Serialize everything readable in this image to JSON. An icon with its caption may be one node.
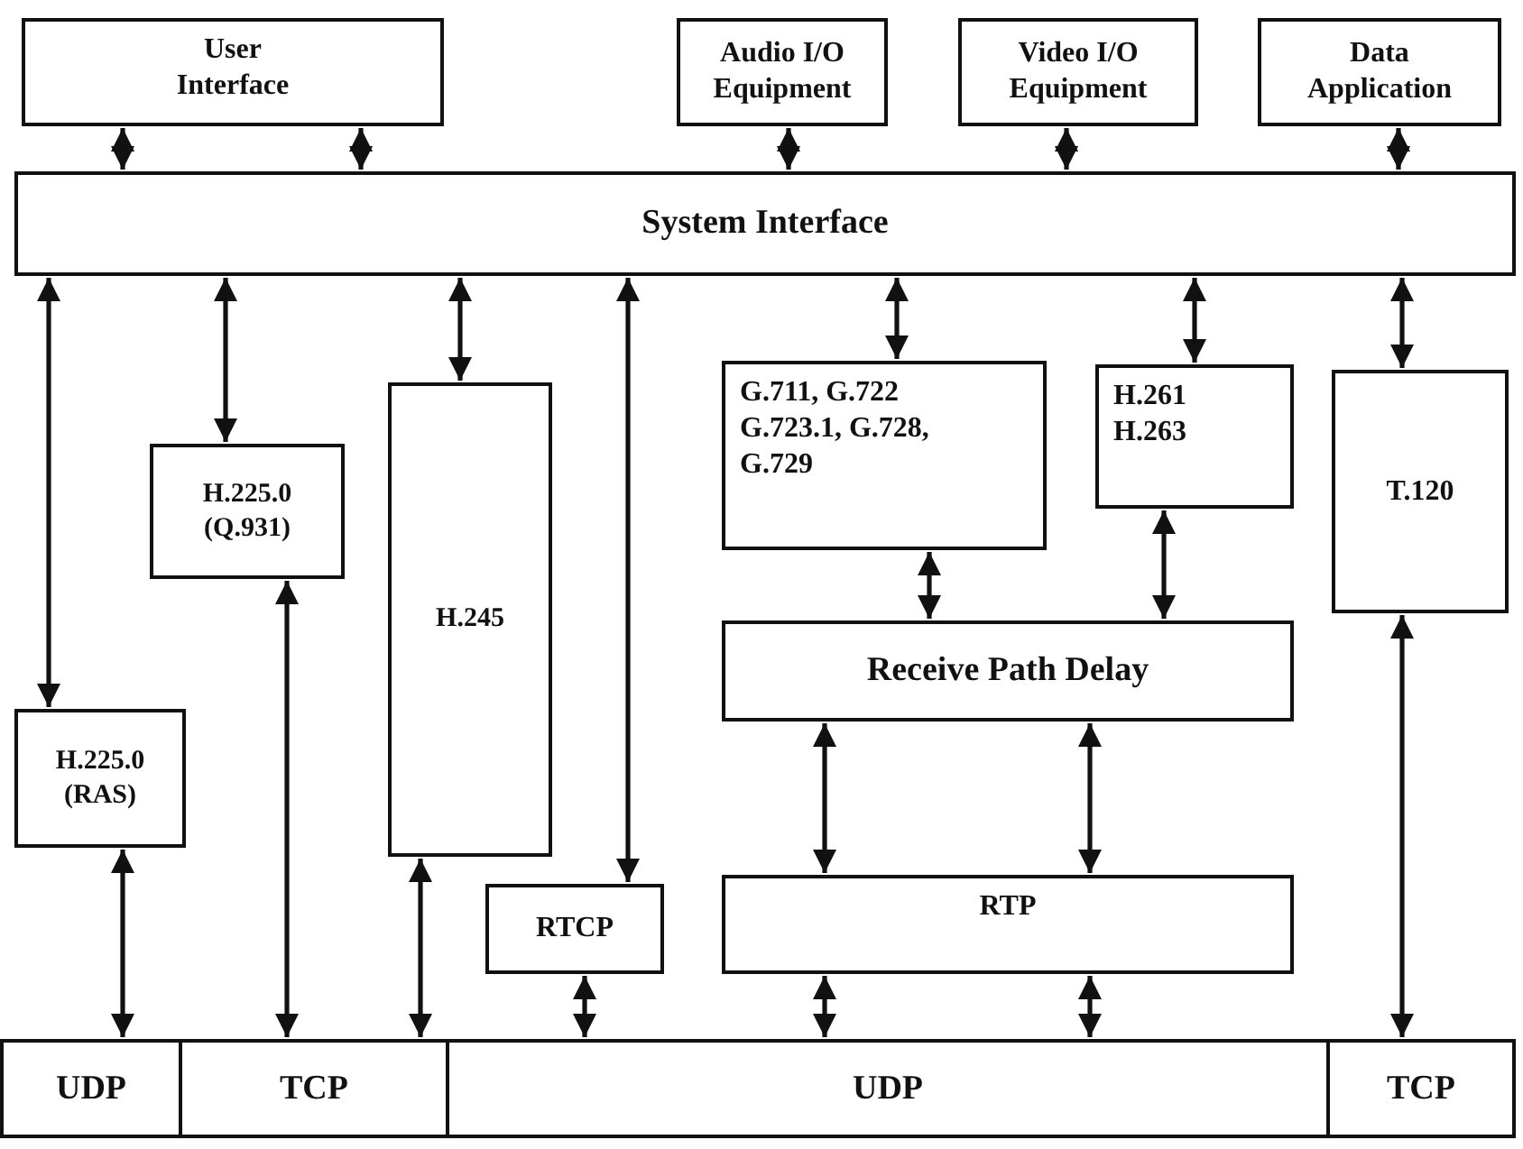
{
  "diagram": {
    "nodes": [
      {
        "text": [
          "User Interface"
        ]
      },
      {
        "text": [
          "Audio I/O Equipment"
        ]
      },
      {
        "text": [
          "Video I/O Equipment"
        ]
      },
      {
        "text": [
          "Data Application"
        ]
      },
      {
        "text": [
          "System Interface"
        ]
      },
      {
        "text": [
          "H.225.0 (Q.931)"
        ]
      },
      {
        "text": [
          "H.245"
        ]
      },
      {
        "text": [
          "G.711, G.722 G.723.1, G.728, G.729"
        ]
      },
      {
        "text": [
          "H.261 H.263"
        ]
      },
      {
        "text": [
          "T.120"
        ]
      },
      {
        "text": [
          "H.225.0 (RAS)"
        ]
      },
      {
        "text": [
          "Receive Path Delay"
        ]
      },
      {
        "text": [
          "RTCP"
        ]
      },
      {
        "text": [
          "RTP"
        ]
      },
      {
        "text": [
          "UDP"
        ]
      },
      {
        "text": [
          "TCP"
        ]
      },
      {
        "text": [
          "UDP"
        ]
      },
      {
        "text": [
          "TCP"
        ]
      }
    ],
    "edges": [
      {
        "from": 0,
        "to": 4,
        "arrow": "both"
      },
      {
        "from": 0,
        "to": 4,
        "arrow": "both"
      },
      {
        "from": 1,
        "to": 4,
        "arrow": "both"
      },
      {
        "from": 2,
        "to": 4,
        "arrow": "both"
      },
      {
        "from": 3,
        "to": 4,
        "arrow": "both"
      },
      {
        "from": 4,
        "to": 10,
        "arrow": "both"
      },
      {
        "from": 4,
        "to": 5,
        "arrow": "both"
      },
      {
        "from": 4,
        "to": 6,
        "arrow": "both"
      },
      {
        "from": 4,
        "to": 12,
        "arrow": "both"
      },
      {
        "from": 4,
        "to": 7,
        "arrow": "both"
      },
      {
        "from": 4,
        "to": 8,
        "arrow": "both"
      },
      {
        "from": 4,
        "to": 9,
        "arrow": "both"
      },
      {
        "from": 7,
        "to": 11,
        "arrow": "both"
      },
      {
        "from": 8,
        "to": 11,
        "arrow": "both"
      },
      {
        "from": 11,
        "to": 13,
        "arrow": "both"
      },
      {
        "from": 11,
        "to": 13,
        "arrow": "both"
      },
      {
        "from": 10,
        "to": 14,
        "arrow": "both"
      },
      {
        "from": 5,
        "to": 15,
        "arrow": "both"
      },
      {
        "from": 6,
        "to": 15,
        "arrow": "both"
      },
      {
        "from": 12,
        "to": 16,
        "arrow": "both"
      },
      {
        "from": 13,
        "to": 16,
        "arrow": "both"
      },
      {
        "from": 13,
        "to": 16,
        "arrow": "both"
      },
      {
        "from": 9,
        "to": 17,
        "arrow": "both"
      }
    ]
  }
}
